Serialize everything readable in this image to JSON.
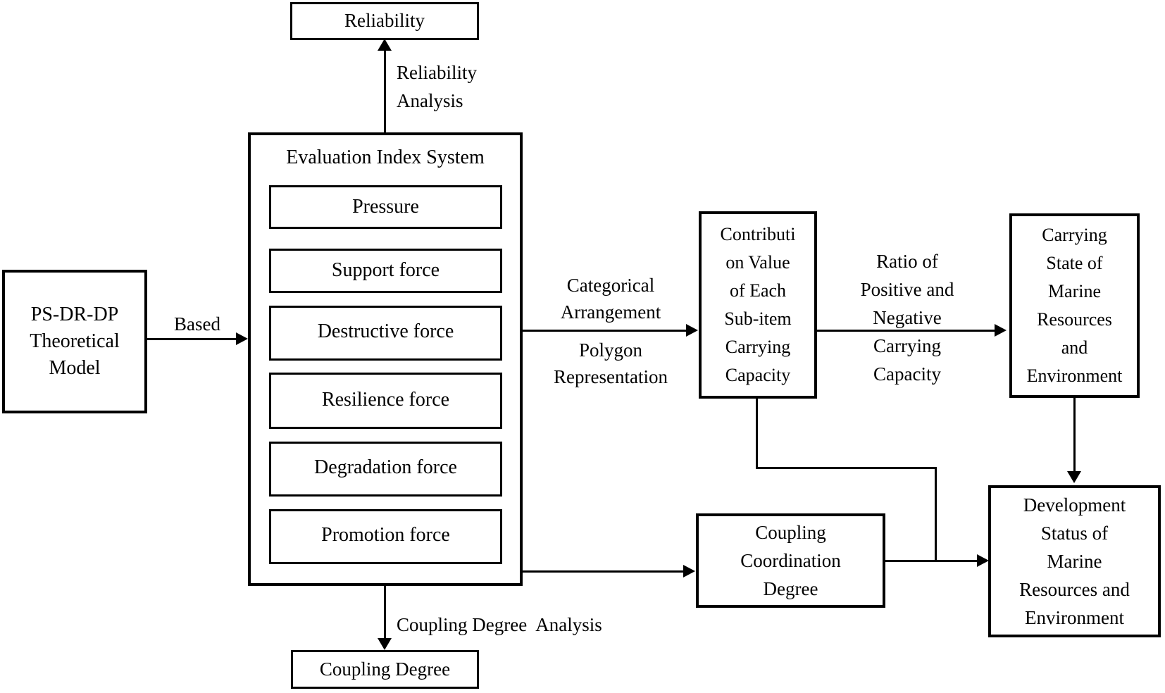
{
  "diagram": {
    "title_hint": "PS-DR-DP model based evaluation flowchart",
    "colors": {
      "line": "#000000",
      "background": "#ffffff",
      "box_fill": "#ffffff",
      "text": "#000000"
    },
    "boxes": {
      "reliability": "Reliability",
      "evaluation_index_system": "Evaluation Index System",
      "indicators": [
        "Pressure",
        "Support force",
        "Destructive force",
        "Resilience force",
        "Degradation force",
        "Promotion force"
      ],
      "theoretical_model": "PS-DR-DP\nTheoretical\nModel",
      "contribution_value": "Contributi\non Value\nof Each\nSub-item\nCarrying\nCapacity",
      "carrying_state": "Carrying\nState of\nMarine\nResources\nand\nEnvironment",
      "development_status": "Development\nStatus of\nMarine\nResources and\nEnvironment",
      "coupling_coordination_degree": "Coupling\nCoordination\nDegree",
      "coupling_degree": "Coupling Degree"
    },
    "labels": {
      "reliability_analysis": "Reliability\nAnalysis",
      "based": "Based",
      "categorical_arrangement": "Categorical\nArrangement",
      "polygon_representation": "Polygon\nRepresentation",
      "ratio_positive_negative": "Ratio of\nPositive and\nNegative\nCarrying\nCapacity",
      "coupling_degree_analysis": "Coupling Degree  Analysis"
    }
  }
}
